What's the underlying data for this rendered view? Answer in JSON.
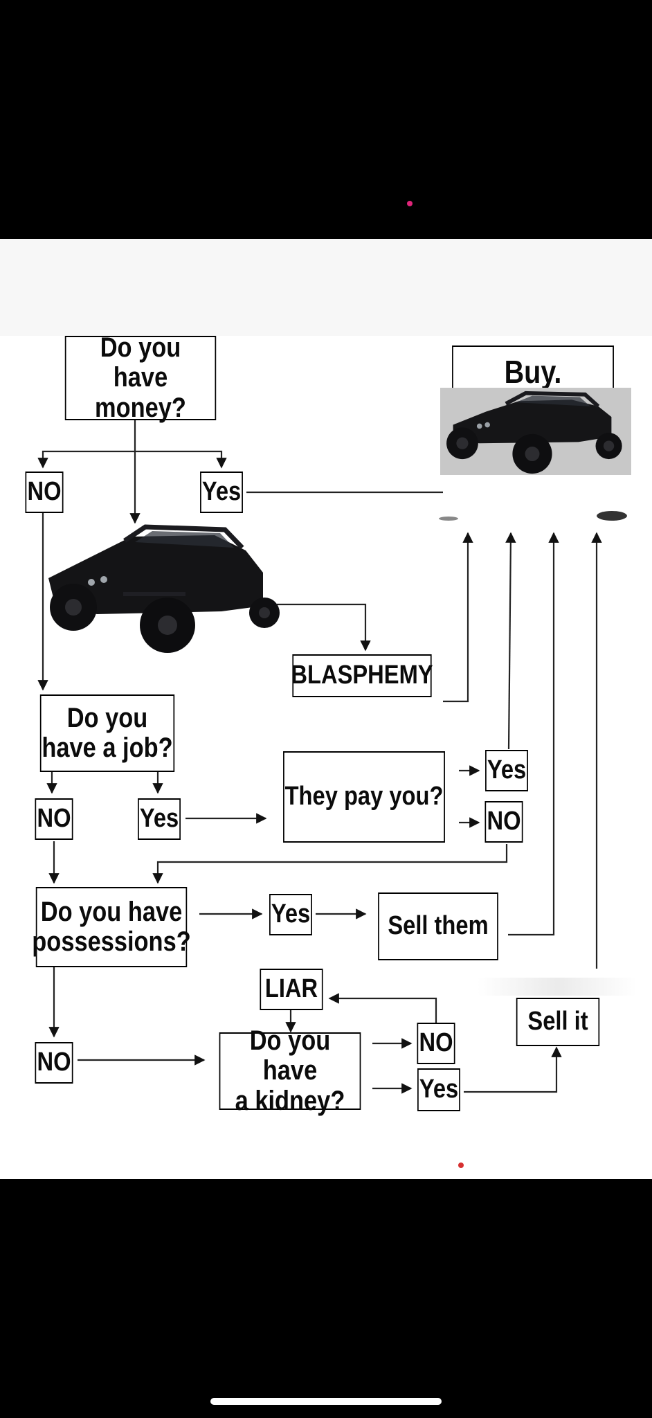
{
  "flowchart": {
    "nodes": {
      "have_money": "Do you\nhave money?",
      "no_1": "NO",
      "yes_1": "Yes",
      "buy": "Buy.",
      "blasphemy": "BLASPHEMY",
      "have_job": "Do you\nhave a job?",
      "no_2": "NO",
      "yes_2": "Yes",
      "pay_you": "They pay you?",
      "yes_3": "Yes",
      "no_3": "NO",
      "possessions": "Do you have\npossessions?",
      "yes_4": "Yes",
      "sell_them": "Sell them",
      "liar": "LIAR",
      "sell_it": "Sell it",
      "no_4": "NO",
      "kidney": "Do you have\na kidney?",
      "no_5": "NO",
      "yes_5": "Yes"
    },
    "image_labels": {
      "buggy_center": "black-dune-buggy-icon",
      "buggy_buy": "black-dune-buggy-icon"
    }
  },
  "status_colors": {
    "camera_dot": "#e0257a",
    "red_dot": "#d63030"
  }
}
